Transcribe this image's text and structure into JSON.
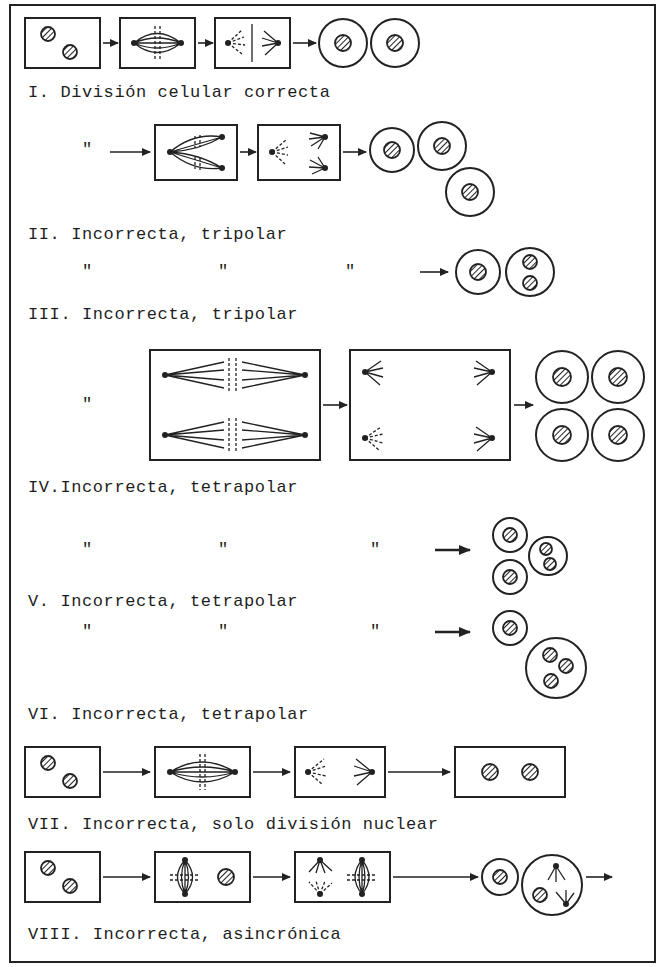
{
  "diagram": {
    "labels": [
      "I. División celular correcta",
      "\"",
      "II. Incorrecta, tripolar",
      "\"",
      "\"",
      "\"",
      "III. Incorrecta, tripolar",
      "\"",
      "IV.Incorrecta, tetrapolar",
      "\"",
      "\"",
      "\"",
      "V. Incorrecta, tetrapolar",
      "\"",
      "\"",
      "\"",
      "VI. Incorrecta, tetrapolar",
      "VII. Incorrecta, solo división nuclear",
      "VIII. Incorrecta, asincrónica"
    ]
  }
}
